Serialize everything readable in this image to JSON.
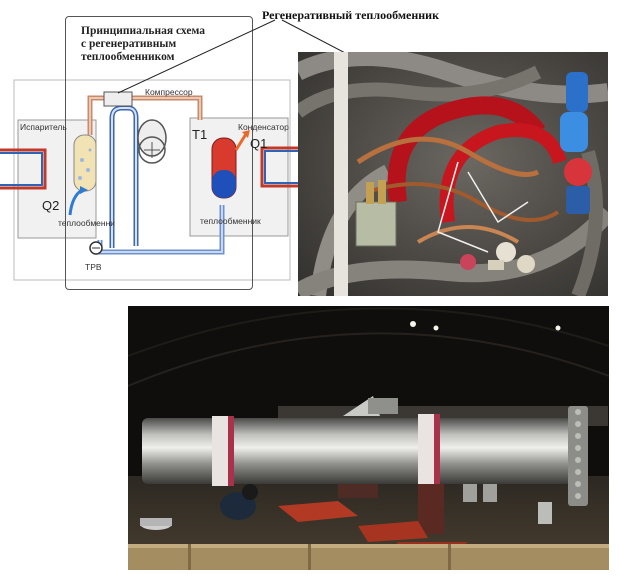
{
  "schematic": {
    "title": "Принципиальная схема\nс регенеративным\nтеплообменником",
    "callout": "Регенеративный теплообменник",
    "labels": {
      "evaporator": "Испаритель",
      "compressor": "Компрессор",
      "condenser": "Конденсатор",
      "t1": "T1",
      "q1": "Q1",
      "q2": "Q2",
      "heat_exchanger_left": "теплообменни",
      "heat_exchanger_right": "теплообменник",
      "trv": "ТРВ"
    }
  },
  "colors": {
    "hot_pipe": "#c0392b",
    "cold_pipe": "#2f63b5",
    "condenser_body": "#d93a2e",
    "condenser_bottom": "#1f4fb8",
    "evaporator_fill": "#f2e3b5"
  },
  "photos": {
    "top": "regenerative-heat-exchanger-photo",
    "bottom": "shell-and-tube-heat-exchanger-photo"
  }
}
